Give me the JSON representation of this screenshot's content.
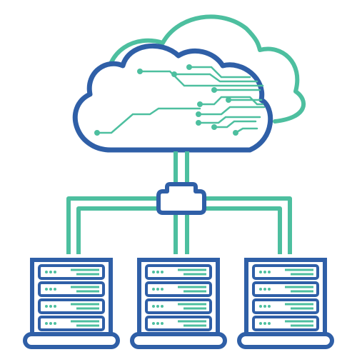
{
  "colors": {
    "primary": "#2f5fa7",
    "accent": "#4dbf9f",
    "background": "#ffffff",
    "panel_fill": "#ffffff"
  },
  "icons": {
    "cloud": "cloud-icon",
    "back_cloud": "back-cloud-icon",
    "circuit": "circuit-icon",
    "connector": "connector-hub-icon",
    "server_rack": "server-rack-icon"
  },
  "server_racks": [
    {
      "units": 4
    },
    {
      "units": 4
    },
    {
      "units": 4
    }
  ]
}
